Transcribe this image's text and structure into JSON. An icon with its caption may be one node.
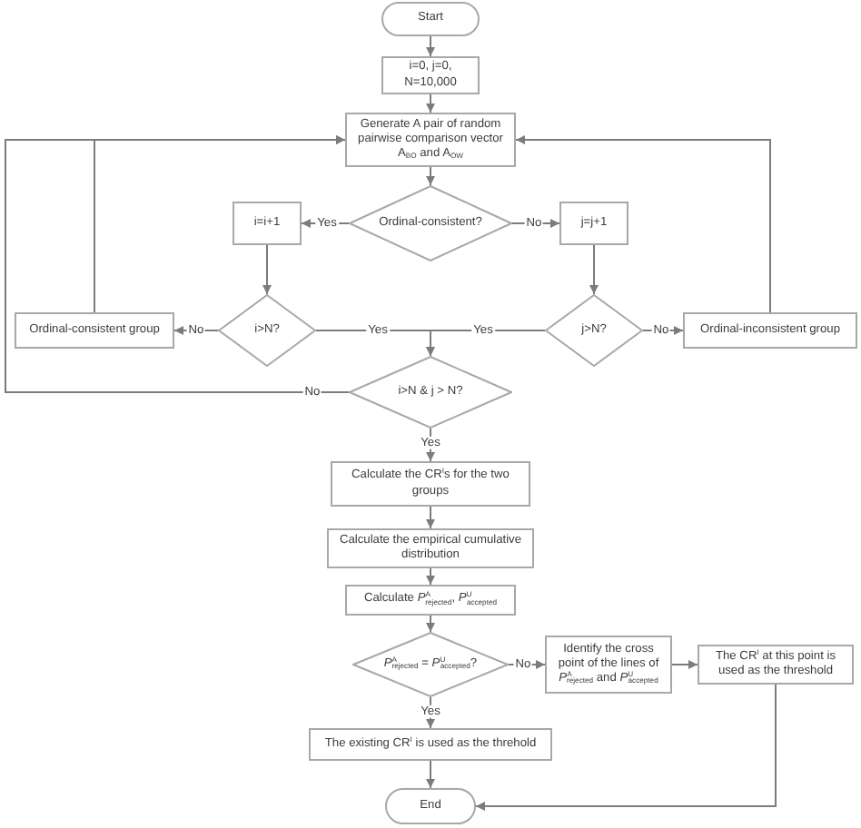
{
  "diagram": {
    "nodes": [
      {
        "text": [
          "Start"
        ]
      },
      {
        "text": [
          "i=0, j=0, N=10,000"
        ]
      },
      {
        "text": [
          "Generate A pair of random pairwise comparison vector A$_{BO}$ and A$_{OW}$"
        ]
      },
      {
        "text": [
          "i=i+1"
        ]
      },
      {
        "text": [
          "Ordinal-consistent?"
        ]
      },
      {
        "text": [
          "j=j+1"
        ]
      },
      {
        "text": [
          "Ordinal-consistent group"
        ]
      },
      {
        "text": [
          "i>N?"
        ]
      },
      {
        "text": [
          "j>N?"
        ]
      },
      {
        "text": [
          "Ordinal-inconsistent group"
        ]
      },
      {
        "text": [
          "i>N & j > N?"
        ]
      },
      {
        "text": [
          "Calculate the CR$^{I}$s for the two groups"
        ]
      },
      {
        "text": [
          "Calculate the empirical cumulative distribution"
        ]
      },
      {
        "text": [
          "Calculate *P*$^{A}$$_{rejected}$, *P*$^{U}$$_{accepted}$"
        ]
      },
      {
        "text": [
          "*P*$^{A}$$_{rejected}$ = *P*$^{U}$$_{accepted}$?"
        ]
      },
      {
        "text": [
          "Identify the cross point of the lines of *P*$^{A}$$_{rejected}$ and *P*$^{U}$$_{accepted}$"
        ]
      },
      {
        "text": [
          "The CR$^{I}$ at this point is used as the threshold"
        ]
      },
      {
        "text": [
          "The existing CR$^{I}$ is used as the threhold"
        ]
      },
      {
        "text": [
          "End"
        ]
      }
    ],
    "edges": [
      {
        "from": 0,
        "to": 1,
        "arrow": "to"
      },
      {
        "from": 1,
        "to": 2,
        "arrow": "to"
      },
      {
        "from": 2,
        "to": 4,
        "arrow": "to"
      },
      {
        "from": 4,
        "to": 3,
        "label": "Yes",
        "arrow": "to"
      },
      {
        "from": 4,
        "to": 5,
        "label": "No",
        "arrow": "to"
      },
      {
        "from": 3,
        "to": 7,
        "arrow": "to"
      },
      {
        "from": 5,
        "to": 8,
        "arrow": "to"
      },
      {
        "from": 7,
        "to": 6,
        "label": "No",
        "arrow": "to"
      },
      {
        "from": 8,
        "to": 9,
        "label": "No",
        "arrow": "to"
      },
      {
        "from": 6,
        "to": 2,
        "arrow": "to"
      },
      {
        "from": 9,
        "to": 2,
        "arrow": "to"
      },
      {
        "from": 7,
        "to": 10,
        "label": "Yes",
        "arrow": "to"
      },
      {
        "from": 8,
        "to": 10,
        "label": "Yes",
        "arrow": "to"
      },
      {
        "from": 10,
        "to": 2,
        "label": "No",
        "arrow": "to"
      },
      {
        "from": 10,
        "to": 11,
        "label": "Yes",
        "arrow": "to"
      },
      {
        "from": 11,
        "to": 12,
        "arrow": "to"
      },
      {
        "from": 12,
        "to": 13,
        "arrow": "to"
      },
      {
        "from": 13,
        "to": 14,
        "arrow": "to"
      },
      {
        "from": 14,
        "to": 15,
        "label": "No",
        "arrow": "to"
      },
      {
        "from": 15,
        "to": 16,
        "arrow": "to"
      },
      {
        "from": 16,
        "to": 18,
        "arrow": "to"
      },
      {
        "from": 14,
        "to": 17,
        "label": "Yes",
        "arrow": "to"
      },
      {
        "from": 17,
        "to": 18,
        "arrow": "to"
      }
    ]
  }
}
